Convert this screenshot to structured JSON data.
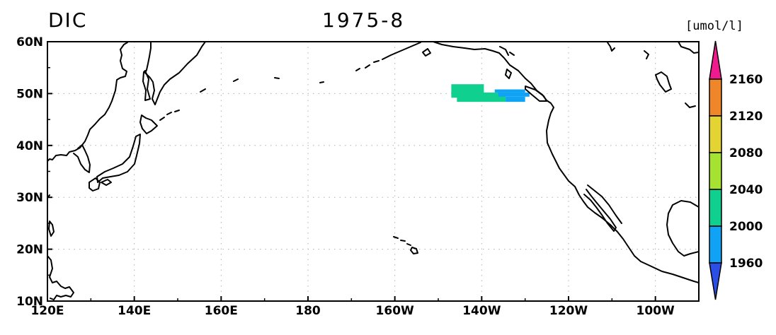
{
  "map": {
    "variable": "DIC",
    "date": "1975-8",
    "units": "[umol/l]",
    "lon_range": [
      120,
      270
    ],
    "lat_range": [
      10,
      60
    ],
    "lon_ticks": [
      {
        "lon": 120,
        "label": "120E"
      },
      {
        "lon": 140,
        "label": "140E"
      },
      {
        "lon": 160,
        "label": "160E"
      },
      {
        "lon": 180,
        "label": "180"
      },
      {
        "lon": 200,
        "label": "160W"
      },
      {
        "lon": 220,
        "label": "140W"
      },
      {
        "lon": 240,
        "label": "120W"
      },
      {
        "lon": 260,
        "label": "100W"
      }
    ],
    "lat_ticks": [
      {
        "lat": 10,
        "label": "10N"
      },
      {
        "lat": 20,
        "label": "20N"
      },
      {
        "lat": 30,
        "label": "30N"
      },
      {
        "lat": 40,
        "label": "40N"
      },
      {
        "lat": 50,
        "label": "50N"
      },
      {
        "lat": 60,
        "label": "60N"
      }
    ],
    "grid": true
  },
  "colorbar": {
    "levels": [
      "1960",
      "2000",
      "2040",
      "2080",
      "2120",
      "2160"
    ],
    "colors": [
      "#2a4ee6",
      "#10a3f5",
      "#10d090",
      "#a6e232",
      "#e3d434",
      "#f0862a",
      "#ef1a8e"
    ],
    "extend": "both"
  },
  "data_cells": [
    {
      "lon0": 213.0,
      "lon1": 220.5,
      "lat0": 50.0,
      "lat1": 51.8,
      "bin": 2
    },
    {
      "lon0": 213.0,
      "lon1": 225.5,
      "lat0": 49.2,
      "lat1": 50.2,
      "bin": 2
    },
    {
      "lon0": 214.3,
      "lon1": 225.5,
      "lat0": 48.4,
      "lat1": 49.4,
      "bin": 2
    },
    {
      "lon0": 223.0,
      "lon1": 230.0,
      "lat0": 50.2,
      "lat1": 50.8,
      "bin": 1
    },
    {
      "lon0": 223.8,
      "lon1": 231.0,
      "lat0": 49.4,
      "lat1": 50.2,
      "bin": 1
    },
    {
      "lon0": 225.5,
      "lon1": 230.0,
      "lat0": 48.4,
      "lat1": 49.4,
      "bin": 1
    }
  ]
}
